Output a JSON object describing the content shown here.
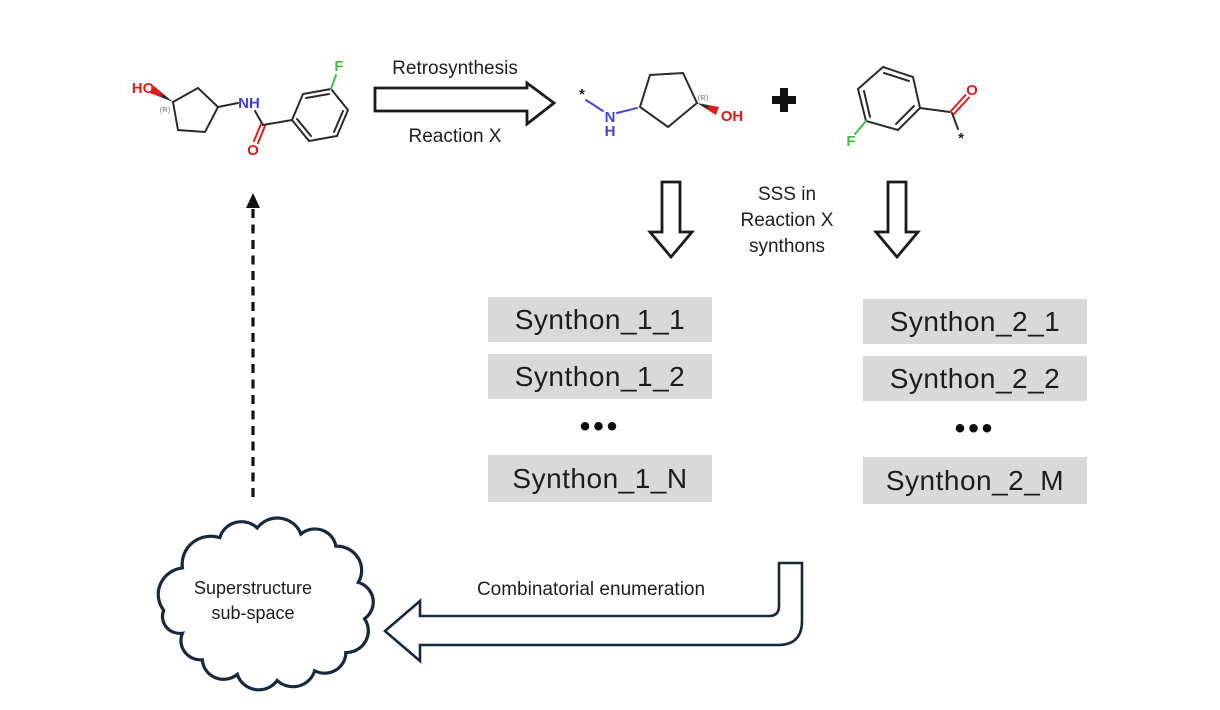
{
  "title": "Retrosynthesis combinatorial enumeration diagram",
  "colors": {
    "background": "#ffffff",
    "box_bg": "#d9d9d9",
    "text": "#1f1f1f",
    "navy_accent": "#17293e",
    "bond": "#2b2b2b",
    "nitrogen_blue": "#4343d9",
    "oxygen_red": "#e01b1b",
    "fluorine_green": "#3fbf3f"
  },
  "retro": {
    "top": "Retrosynthesis",
    "bottom": "Reaction X"
  },
  "plus": "+",
  "sss": {
    "line1": "SSS in",
    "line2": "Reaction X",
    "line3": "synthons"
  },
  "col1": {
    "row1": "Synthon_1_1",
    "row2": "Synthon_1_2",
    "dots": "•••",
    "rowN": "Synthon_1_N"
  },
  "col2": {
    "row1": "Synthon_2_1",
    "row2": "Synthon_2_2",
    "dots": "•••",
    "rowN": "Synthon_2_M"
  },
  "combinatorial": "Combinatorial enumeration",
  "cloud": {
    "line1": "Superstructure",
    "line2": "sub-space"
  },
  "mol_target": {
    "ho": "HO",
    "r": "(R)",
    "nh": "NH",
    "o": "O",
    "f": "F"
  },
  "mol_synthon1": {
    "star": "*",
    "n": "N",
    "h": "H",
    "r": "(R)",
    "oh": "OH"
  },
  "mol_synthon2": {
    "f": "F",
    "o": "O",
    "star": "*"
  }
}
